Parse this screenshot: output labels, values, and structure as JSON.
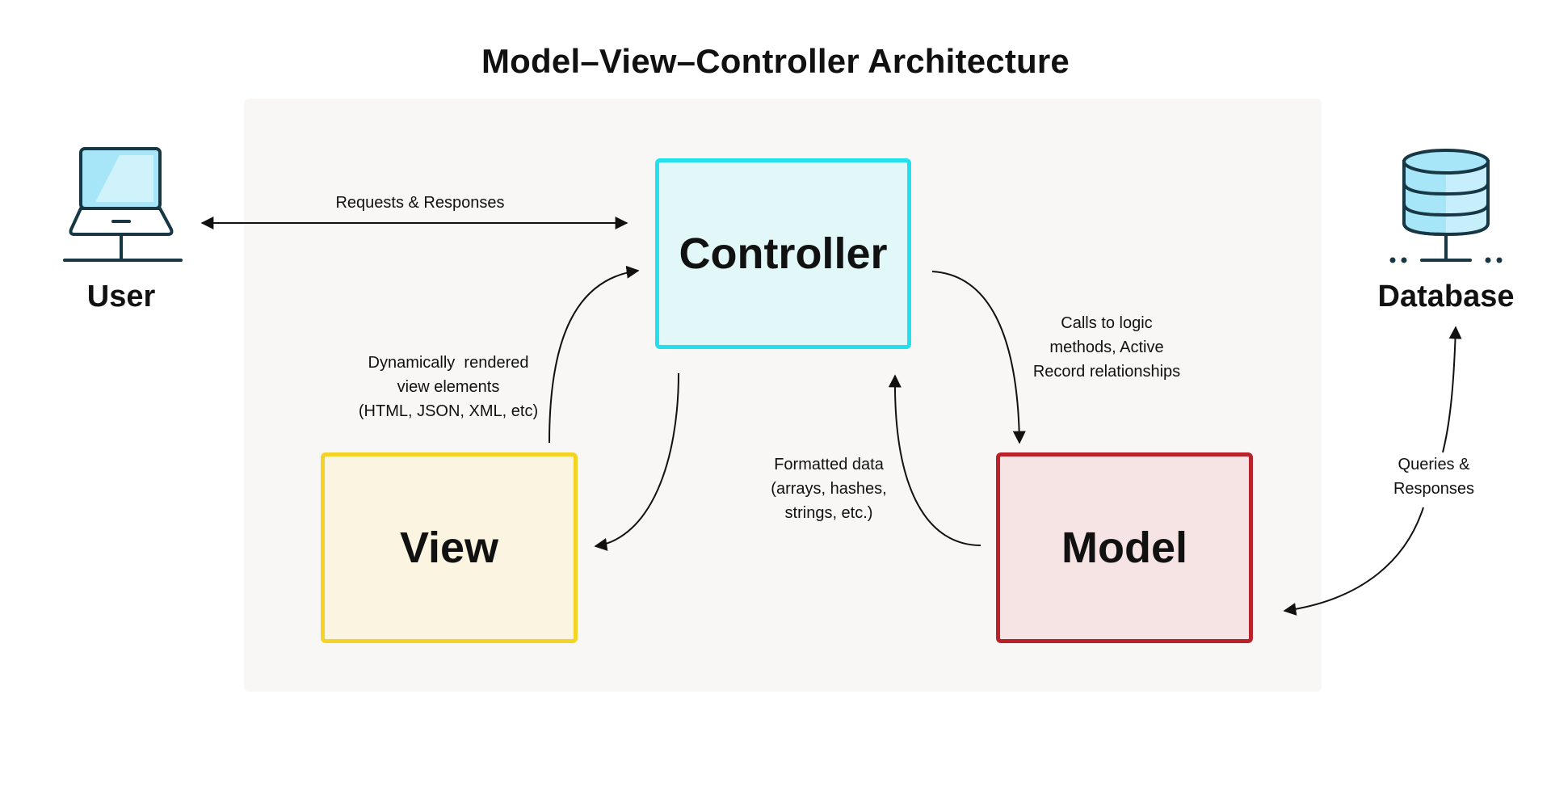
{
  "title": "Model–View–Controller Architecture",
  "boxes": {
    "controller": "Controller",
    "view": "View",
    "model": "Model"
  },
  "actors": {
    "user": "User",
    "database": "Database"
  },
  "annotations": {
    "requests_responses": "Requests & Responses",
    "dynamic_view": "Dynamically  rendered\nview elements\n(HTML, JSON, XML, etc)",
    "calls_logic": "Calls to logic\nmethods, Active\nRecord relationships",
    "formatted_data": "Formatted data\n(arrays, hashes,\nstrings, etc.)",
    "queries_responses": "Queries &\nResponses"
  },
  "icons": {
    "user": "laptop-icon",
    "database": "database-icon"
  },
  "colors": {
    "controller_fill": "#e1f7f8",
    "controller_border": "#22e0ee",
    "view_fill": "#faf4e1",
    "view_border": "#f3d426",
    "model_fill": "#f6e3e3",
    "model_border": "#b9222a",
    "icon_fill": "#a7e6f8",
    "icon_stroke": "#173744",
    "panel_background": "#f8f7f5"
  }
}
